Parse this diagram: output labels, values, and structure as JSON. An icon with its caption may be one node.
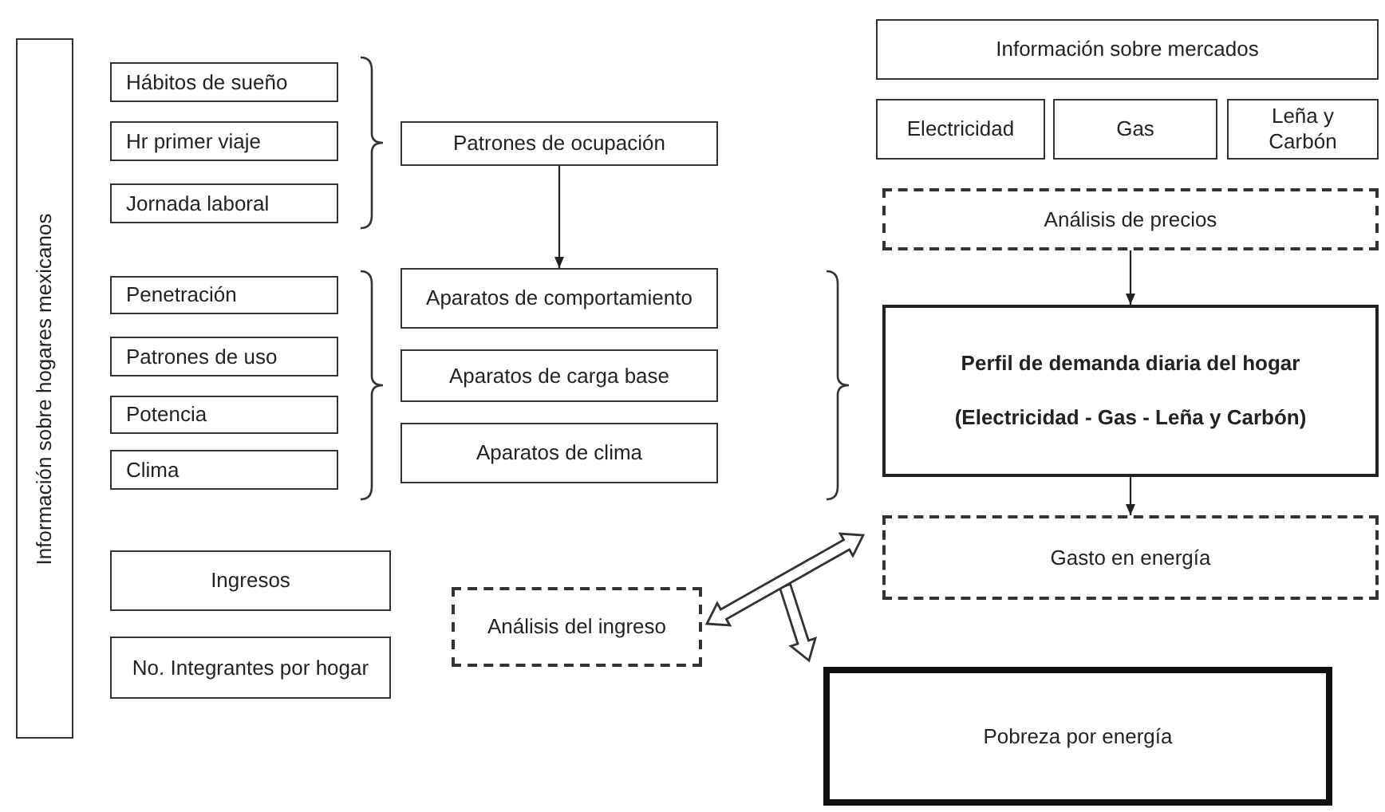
{
  "diagram": {
    "nodes": [
      {
        "text": [
          "Información sobre hogares mexicanos"
        ]
      },
      {
        "text": [
          "Hábitos de sueño"
        ]
      },
      {
        "text": [
          "Hr primer viaje"
        ]
      },
      {
        "text": [
          "Jornada laboral"
        ]
      },
      {
        "text": [
          "Patrones de ocupación"
        ]
      },
      {
        "text": [
          "Información sobre mercados"
        ]
      },
      {
        "text": [
          "Electricidad"
        ]
      },
      {
        "text": [
          "Gas"
        ]
      },
      {
        "text": [
          "Leña y Carbón"
        ]
      },
      {
        "text": [
          "Análisis de precios"
        ]
      },
      {
        "text": [
          "Penetración"
        ]
      },
      {
        "text": [
          "Patrones de uso"
        ]
      },
      {
        "text": [
          "Potencia"
        ]
      },
      {
        "text": [
          "Clima"
        ]
      },
      {
        "text": [
          "Aparatos de comportamiento"
        ]
      },
      {
        "text": [
          "Aparatos de carga base"
        ]
      },
      {
        "text": [
          "Aparatos de clima"
        ]
      },
      {
        "text": [
          "Perfil de demanda diaria del hogar",
          "(Electricidad - Gas  - Leña y Carbón)"
        ]
      },
      {
        "text": [
          "Ingresos"
        ]
      },
      {
        "text": [
          "No. Integrantes por hogar"
        ]
      },
      {
        "text": [
          "Análisis del ingreso"
        ]
      },
      {
        "text": [
          "Gasto en energía"
        ]
      },
      {
        "text": [
          "Pobreza por energía"
        ]
      }
    ],
    "edges": [
      {
        "from": 4,
        "to": 14,
        "arrow": "to"
      },
      {
        "from": 9,
        "to": 17,
        "arrow": "to"
      },
      {
        "from": 17,
        "to": 21,
        "arrow": "to"
      },
      {
        "from": 20,
        "to": 21,
        "arrow": "both",
        "style": "thick"
      },
      {
        "from": 20,
        "to": 22,
        "arrow": "to",
        "style": "thick"
      },
      {
        "from": 21,
        "to": 22,
        "arrow": "to",
        "style": "thick"
      }
    ]
  }
}
